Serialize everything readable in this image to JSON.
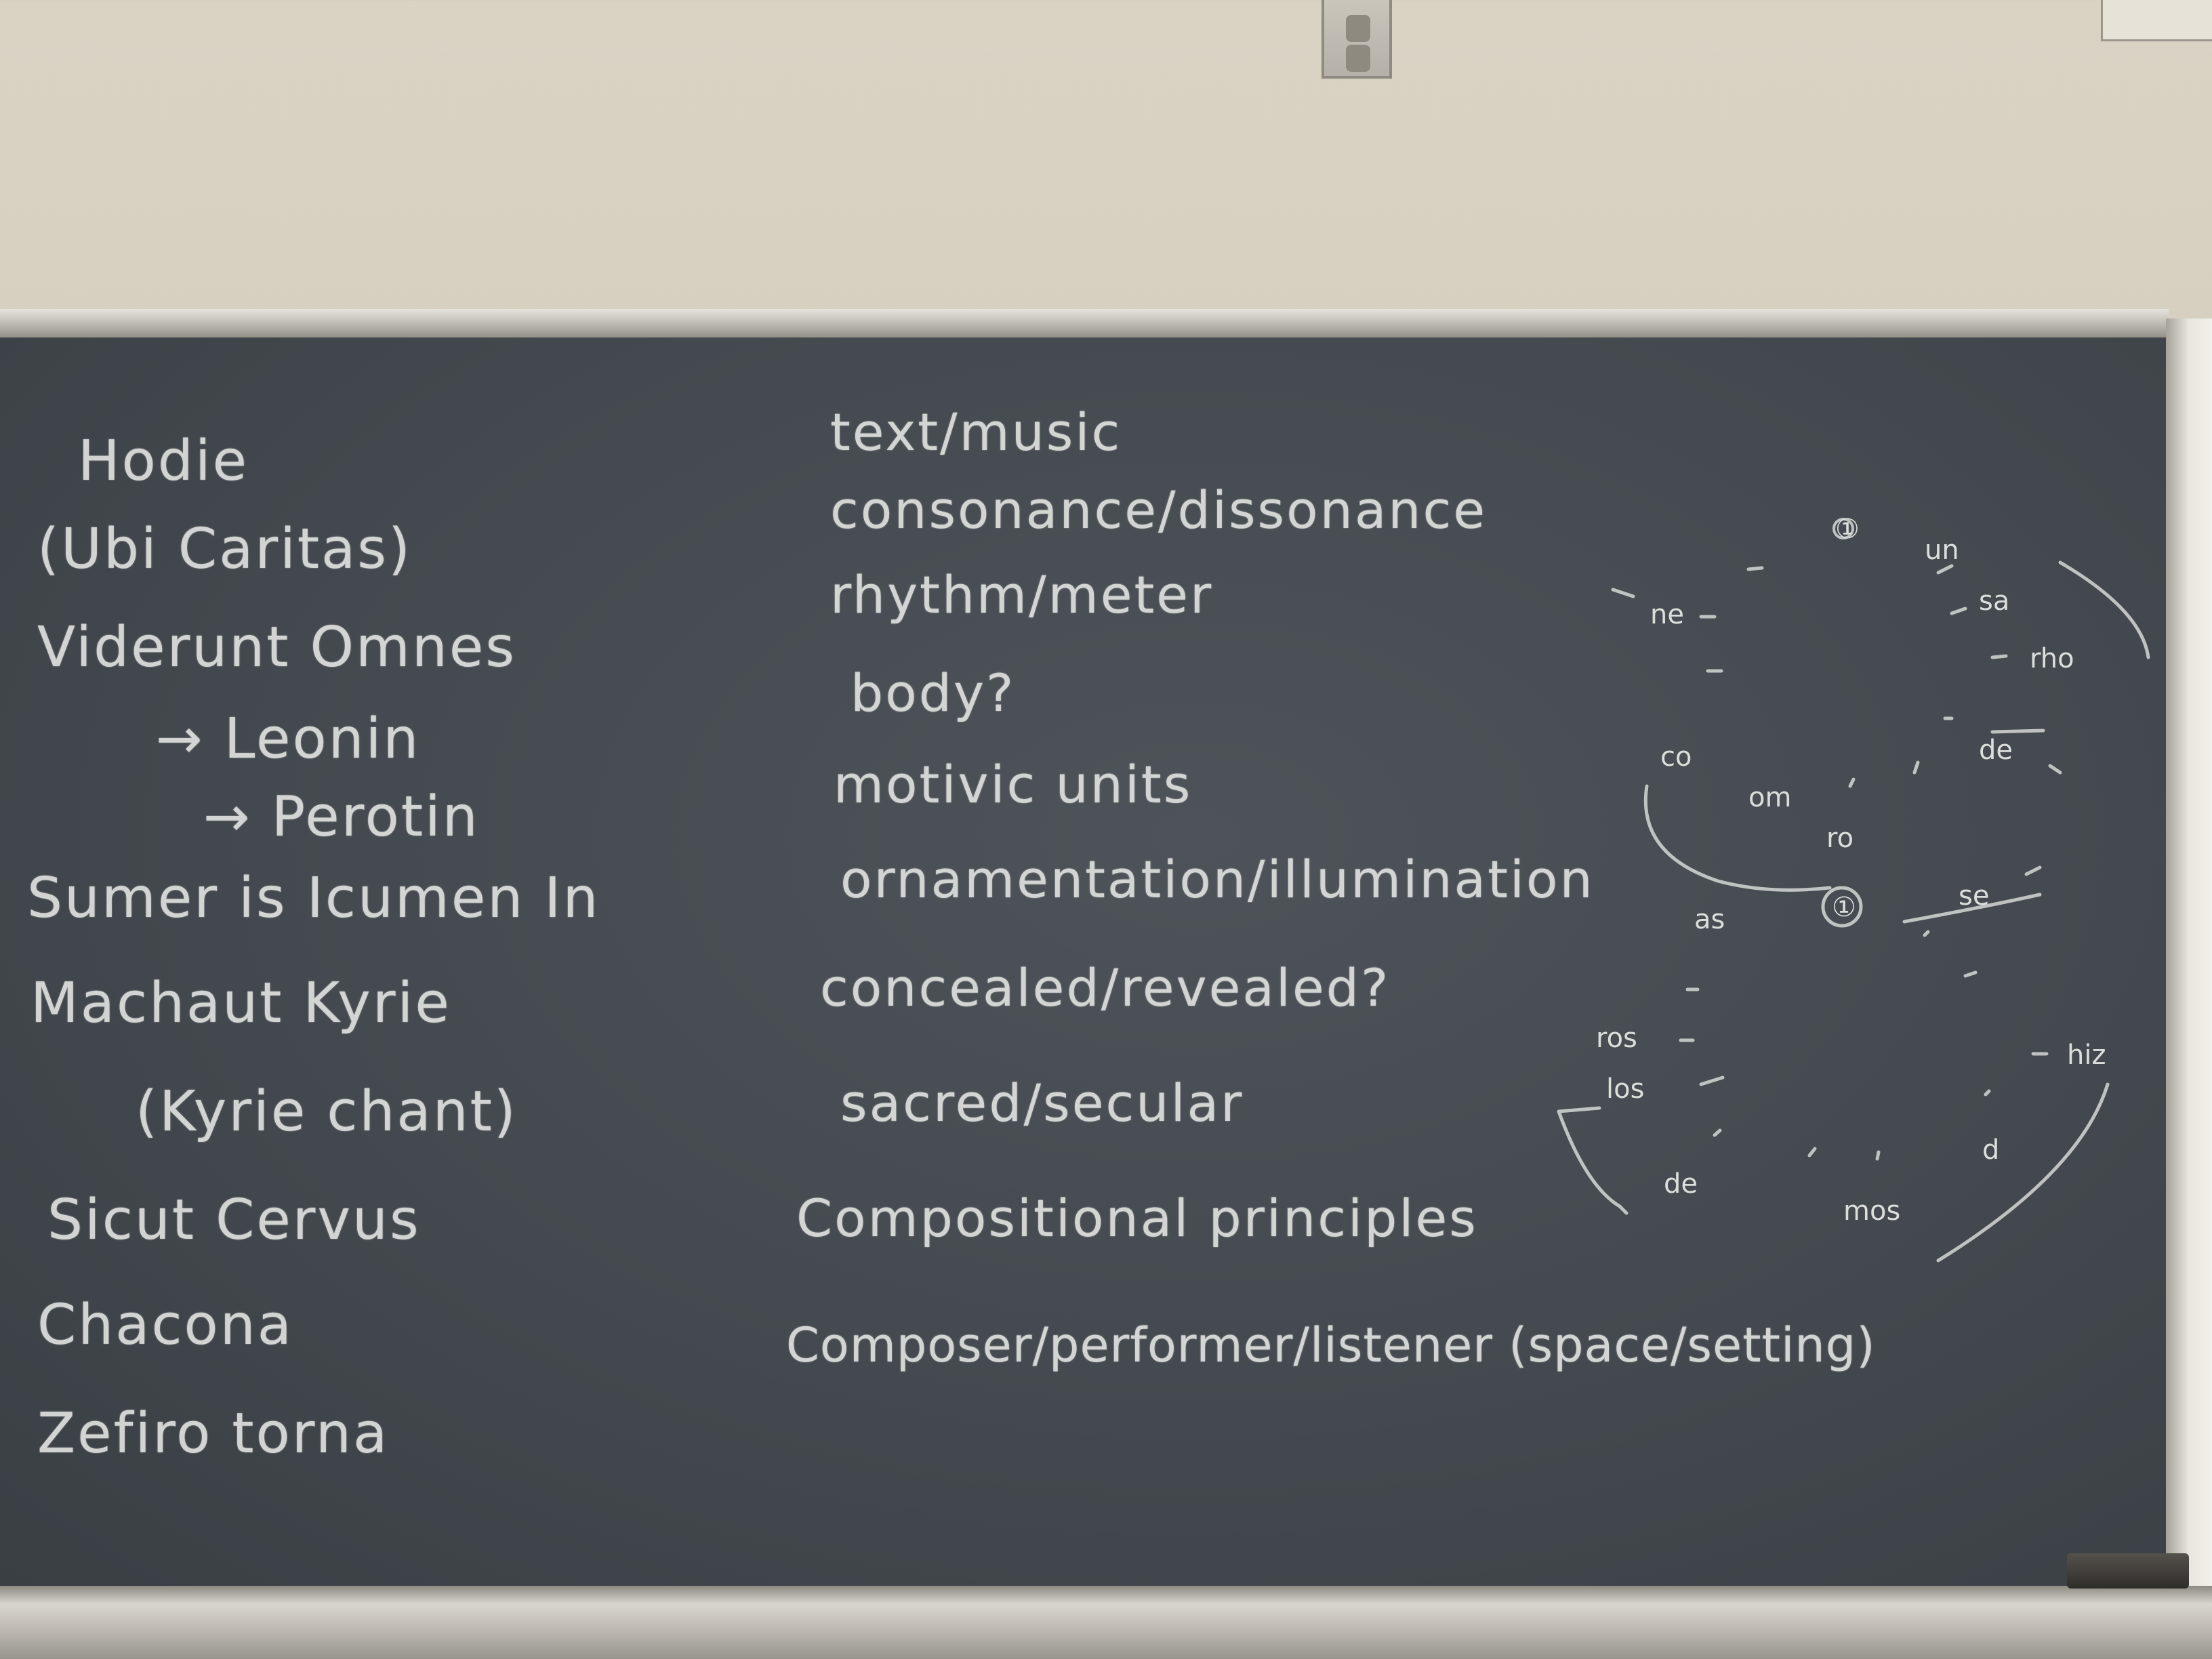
{
  "left_column": [
    "Hodie",
    "(Ubi Caritas)",
    "Viderunt Omnes",
    "→ Leonin",
    "→ Perotin",
    "Sumer is Icumen In",
    "Machaut Kyrie",
    "(Kyrie chant)",
    "Sicut Cervus",
    "Chacona",
    "Zefiro torna"
  ],
  "center_column": [
    "text/music",
    "consonance/dissonance",
    "rhythm/meter",
    "body?",
    "motivic units",
    "ornamentation/illumination",
    "concealed/revealed?",
    "sacred/secular",
    "Compositional principles",
    "Composer/performer/listener (space/setting)"
  ],
  "diagram_labels": {
    "top_num": "①",
    "un": "un",
    "sa": "sa",
    "rho": "rho",
    "de_top": "de",
    "ne": "ne",
    "co": "co",
    "om": "om",
    "ro": "ro",
    "center_num": "①",
    "se": "se",
    "as": "as",
    "ros": "ros",
    "los": "los",
    "hiz": "hiz",
    "de_bottom": "de",
    "d": "d",
    "mos": "mos"
  },
  "colors": {
    "chalk": "#dfe1df",
    "board": "#43494e",
    "wall": "#d4cdbd"
  }
}
